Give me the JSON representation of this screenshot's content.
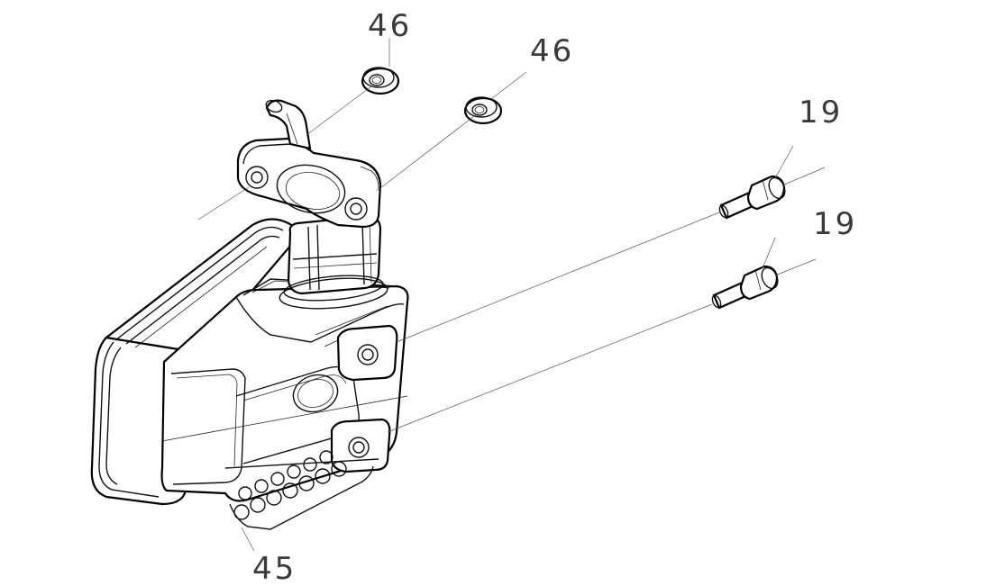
{
  "callouts": {
    "nut_left": "46",
    "nut_right": "46",
    "bolt_top": "19",
    "bolt_bottom": "19",
    "muffler": "45"
  }
}
